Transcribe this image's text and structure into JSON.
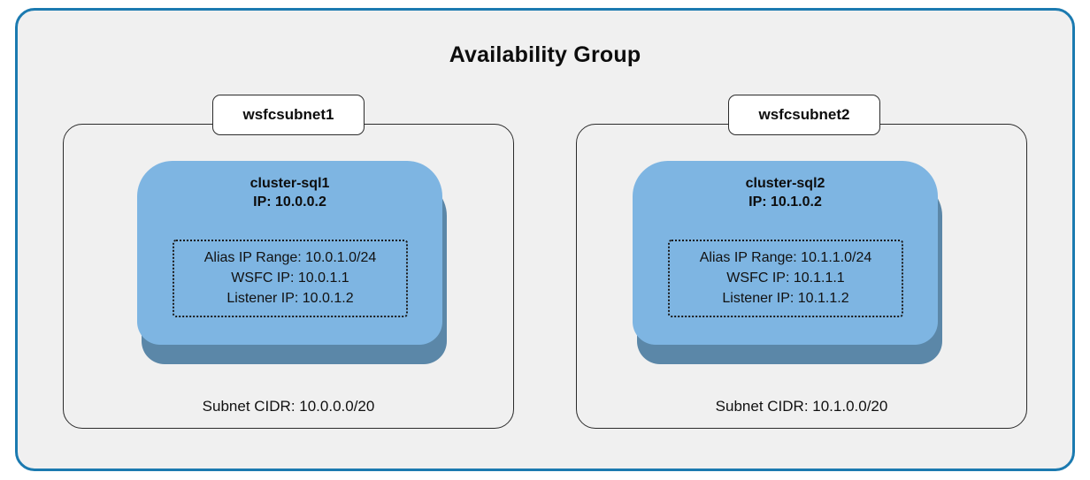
{
  "diagram": {
    "title": "Availability Group",
    "colors": {
      "outer_border": "#1b7ab0",
      "outer_fill": "#f0f0f0",
      "node_fill": "#7eb5e2",
      "node_shadow": "#5b87a8",
      "subnet_border": "#2b2b2b",
      "tag_fill": "#ffffff"
    },
    "subnets": [
      {
        "name": "wsfcsubnet1",
        "cidr_label": "Subnet CIDR: 10.0.0.0/20",
        "node": {
          "name": "cluster-sql1",
          "ip_label": "IP: 10.0.0.2",
          "alias_ip_range": "Alias IP Range: 10.0.1.0/24",
          "wsfc_ip": "WSFC IP: 10.0.1.1",
          "listener_ip": "Listener IP: 10.0.1.2"
        }
      },
      {
        "name": "wsfcsubnet2",
        "cidr_label": "Subnet CIDR: 10.1.0.0/20",
        "node": {
          "name": "cluster-sql2",
          "ip_label": "IP: 10.1.0.2",
          "alias_ip_range": "Alias IP Range: 10.1.1.0/24",
          "wsfc_ip": "WSFC IP: 10.1.1.1",
          "listener_ip": "Listener IP: 10.1.1.2"
        }
      }
    ]
  }
}
